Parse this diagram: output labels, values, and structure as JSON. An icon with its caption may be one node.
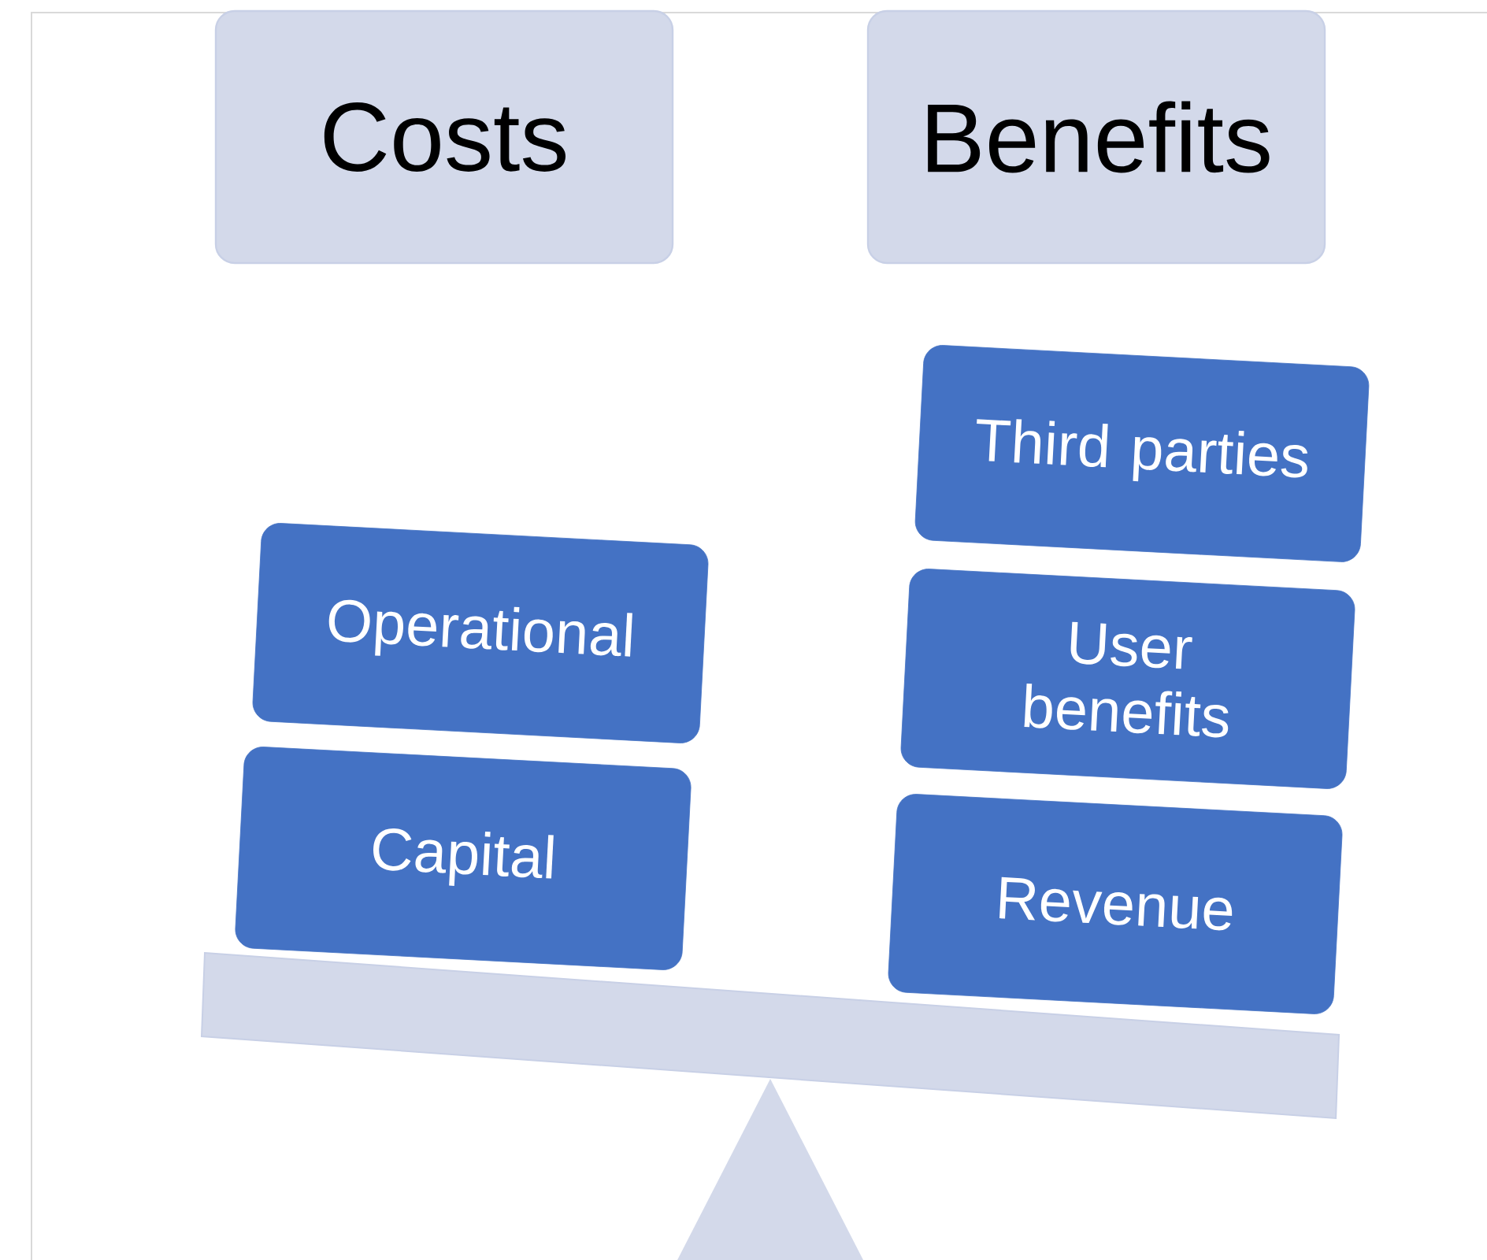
{
  "diagram": {
    "nodes": [
      {
        "text": [
          "Costs"
        ]
      },
      {
        "text": [
          "Benefits"
        ]
      },
      {
        "text": [
          "Operational"
        ]
      },
      {
        "text": [
          "Capital"
        ]
      },
      {
        "text": [
          "Third parties"
        ]
      },
      {
        "text": [
          "User benefits"
        ]
      },
      {
        "text": [
          "Revenue"
        ]
      }
    ]
  }
}
